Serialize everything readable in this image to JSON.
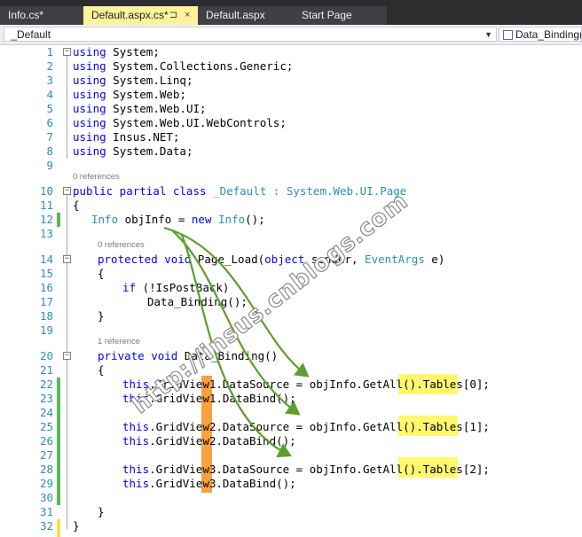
{
  "tabs": [
    {
      "label": "Info.cs*"
    },
    {
      "label": "Default.aspx.cs*",
      "active": true
    },
    {
      "label": "Default.aspx"
    },
    {
      "label": "Start Page"
    }
  ],
  "tab_pin_glyph": "⊐",
  "tab_close_glyph": "×",
  "navbar": {
    "type_combo": "_Default",
    "member_combo": "Data_Binding("
  },
  "colors": {
    "keyword": "#0000ff",
    "type": "#2b91af",
    "line_number": "#2b91af",
    "highlight_yellow": "#fff86f",
    "highlight_orange": "#f7a23c",
    "arrow_green": "#5aa02c",
    "change_saved": "#58b958",
    "change_unsaved": "#f6e04a"
  },
  "editor": {
    "line_numbers": [
      "1",
      "2",
      "3",
      "4",
      "5",
      "6",
      "7",
      "8",
      "9",
      "10",
      "11",
      "12",
      "13",
      "14",
      "15",
      "16",
      "17",
      "18",
      "19",
      "20",
      "21",
      "22",
      "23",
      "24",
      "25",
      "26",
      "27",
      "28",
      "29",
      "30",
      "31",
      "32"
    ],
    "lens": {
      "class_refs": "0 references",
      "page_load_refs": "0 references",
      "data_binding_refs": "1 reference"
    },
    "usings": [
      "System",
      "System.Collections.Generic",
      "System.Linq",
      "System.Web",
      "System.Web.UI",
      "System.Web.UI.WebControls",
      "Insus.NET",
      "System.Data"
    ],
    "kw_using": "using",
    "semicolon": ";",
    "line10": {
      "kw": "public partial class",
      "name": " _Default : System.Web.UI.",
      "base": "Page"
    },
    "brace_open": "{",
    "brace_close": "}",
    "line12": {
      "type": "Info",
      "mid": " objInfo = ",
      "kw": "new",
      "sp": " ",
      "type2": "Info",
      "tail": "();"
    },
    "line14": {
      "kw": "protected void",
      "name": " Page_Load(",
      "kw2": "object",
      "mid": " sender, ",
      "type": "EventArgs",
      "tail": " e)"
    },
    "line16": {
      "kw": "if",
      "tail": " (!IsPostBack)"
    },
    "line17": "Data_Binding();",
    "line20": {
      "kw": "private void",
      "tail": " Data_Binding()"
    },
    "gridview_lines": [
      {
        "pre": "this",
        "grid": ".GridView",
        "num": "1",
        "mid": ".DataSource = objInfo.GetAll().",
        "tables": "Tables[0]",
        "tail": ";"
      },
      {
        "pre": "this",
        "grid": ".GridView",
        "num": "1",
        "mid": ".DataBind();"
      },
      {
        "pre": "this",
        "grid": ".GridView",
        "num": "2",
        "mid": ".DataSource = objInfo.GetAll().",
        "tables": "Tables[1]",
        "tail": ";"
      },
      {
        "pre": "this",
        "grid": ".GridView",
        "num": "2",
        "mid": ".DataBind();"
      },
      {
        "pre": "this",
        "grid": ".GridView",
        "num": "3",
        "mid": ".DataSource = objInfo.GetAll().",
        "tables": "Tables[2]",
        "tail": ";"
      },
      {
        "pre": "this",
        "grid": ".GridView",
        "num": "3",
        "mid": ".DataBind();"
      }
    ]
  },
  "watermark": "http://insus.cnblogs.com"
}
